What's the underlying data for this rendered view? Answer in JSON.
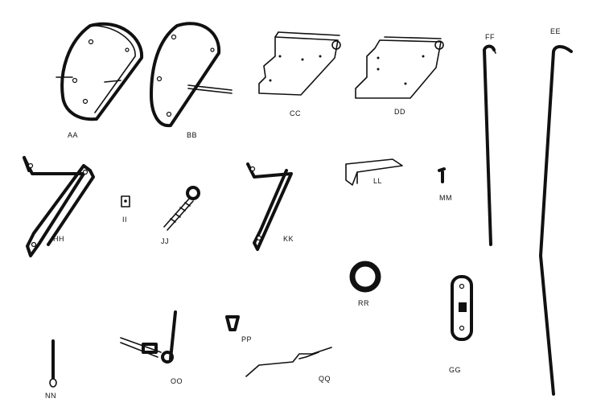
{
  "parts": [
    {
      "id": "aa",
      "label": "AA"
    },
    {
      "id": "bb",
      "label": "BB"
    },
    {
      "id": "cc",
      "label": "CC"
    },
    {
      "id": "dd",
      "label": "DD"
    },
    {
      "id": "ff",
      "label": "FF"
    },
    {
      "id": "ee",
      "label": "EE"
    },
    {
      "id": "hh",
      "label": "HH"
    },
    {
      "id": "ii",
      "label": "II"
    },
    {
      "id": "jj",
      "label": "JJ"
    },
    {
      "id": "kk",
      "label": "KK"
    },
    {
      "id": "ll",
      "label": "LL"
    },
    {
      "id": "mm",
      "label": "MM"
    },
    {
      "id": "rr",
      "label": "RR"
    },
    {
      "id": "gg",
      "label": "GG"
    },
    {
      "id": "nn",
      "label": "NN"
    },
    {
      "id": "oo",
      "label": "OO"
    },
    {
      "id": "pp",
      "label": "PP"
    },
    {
      "id": "qq",
      "label": "QQ"
    }
  ]
}
